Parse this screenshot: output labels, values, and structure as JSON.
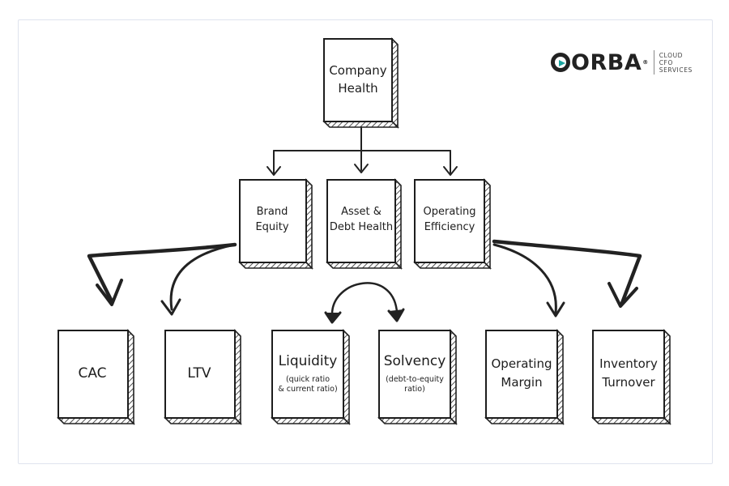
{
  "brand": {
    "logo_word": "ORBA",
    "logo_mark": "®",
    "logo_tagline": "CLOUD\nCFO\nSERVICES",
    "accent_color": "#1aa5a0"
  },
  "diagram": {
    "root": {
      "label": "Company\nHealth"
    },
    "categories": [
      {
        "label": "Brand\nEquity"
      },
      {
        "label": "Asset &\nDebt Health"
      },
      {
        "label": "Operating\nEfficiency"
      }
    ],
    "metrics": [
      {
        "label": "CAC",
        "sub": ""
      },
      {
        "label": "LTV",
        "sub": ""
      },
      {
        "label": "Liquidity",
        "sub": "(quick ratio\n& current ratio)"
      },
      {
        "label": "Solvency",
        "sub": "(debt-to-equity\nratio)"
      },
      {
        "label": "Operating\nMargin",
        "sub": ""
      },
      {
        "label": "Inventory\nTurnover",
        "sub": ""
      }
    ]
  }
}
